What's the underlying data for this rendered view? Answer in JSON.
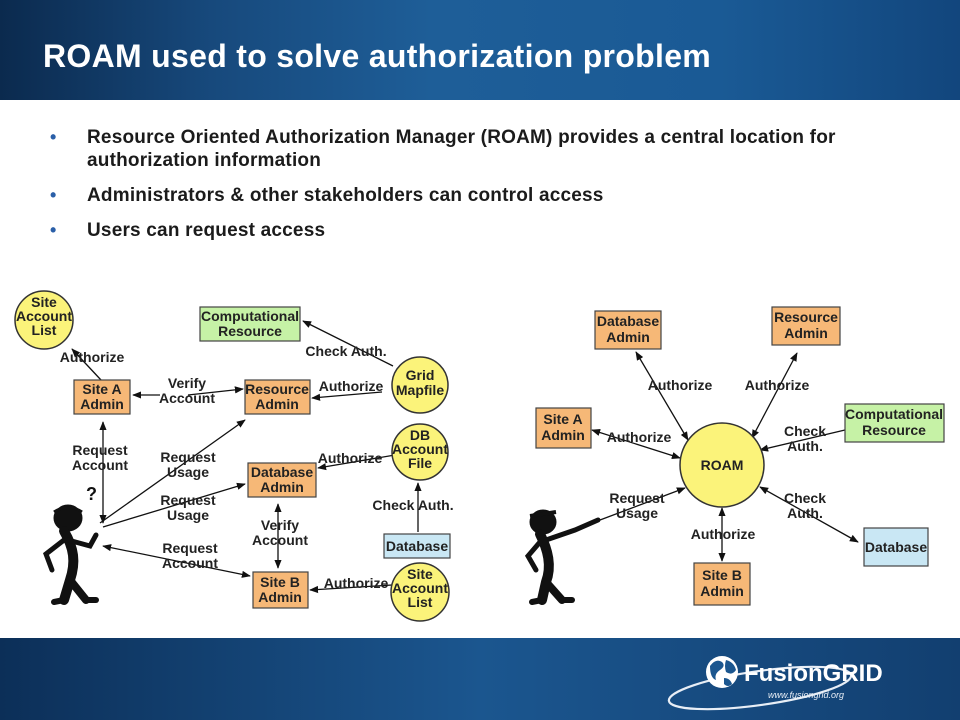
{
  "slide": {
    "title": "ROAM used to solve authorization problem",
    "bullets": [
      "Resource Oriented Authorization Manager (ROAM) provides a central location for authorization information",
      "Administrators & other stakeholders can control access",
      "Users can request access"
    ]
  },
  "left_diagram": {
    "nodes": {
      "site_account_list_top": [
        "Site",
        "Account",
        "List"
      ],
      "site_a_admin": [
        "Site A",
        "Admin"
      ],
      "computational_resource": [
        "Computational",
        "Resource"
      ],
      "resource_admin": [
        "Resource",
        "Admin"
      ],
      "grid_mapfile": [
        "Grid",
        "Mapfile"
      ],
      "db_account_file": [
        "DB",
        "Account",
        "File"
      ],
      "database_admin": [
        "Database",
        "Admin"
      ],
      "database": [
        "Database"
      ],
      "site_b_admin": [
        "Site B",
        "Admin"
      ],
      "site_account_list_bottom": [
        "Site",
        "Account",
        "List"
      ]
    },
    "edge_labels": {
      "authorize_1": [
        "Authorize"
      ],
      "verify_account_1": [
        "Verify",
        "Account"
      ],
      "check_auth_1": [
        "Check Auth."
      ],
      "authorize_2": [
        "Authorize"
      ],
      "request_account_1": [
        "Request",
        "Account"
      ],
      "request_usage_1": [
        "Request",
        "Usage"
      ],
      "authorize_3": [
        "Authorize"
      ],
      "request_usage_2": [
        "Request",
        "Usage"
      ],
      "check_auth_2": [
        "Check Auth."
      ],
      "verify_account_2": [
        "Verify",
        "Account"
      ],
      "request_account_2": [
        "Request",
        "Account"
      ],
      "authorize_4": [
        "Authorize"
      ]
    },
    "question_mark": "?"
  },
  "right_diagram": {
    "nodes": {
      "roam": [
        "ROAM"
      ],
      "database_admin": [
        "Database",
        "Admin"
      ],
      "resource_admin": [
        "Resource",
        "Admin"
      ],
      "site_a_admin": [
        "Site A",
        "Admin"
      ],
      "computational_resource": [
        "Computational",
        "Resource"
      ],
      "database": [
        "Database"
      ],
      "site_b_admin": [
        "Site B",
        "Admin"
      ]
    },
    "edge_labels": {
      "authorize_db": [
        "Authorize"
      ],
      "authorize_res": [
        "Authorize"
      ],
      "authorize_site_a": [
        "Authorize"
      ],
      "check_auth_comp": [
        "Check",
        "Auth."
      ],
      "check_auth_db": [
        "Check",
        "Auth."
      ],
      "request_usage": [
        "Request",
        "Usage"
      ],
      "authorize_site_b": [
        "Authorize"
      ]
    }
  },
  "logo": {
    "name": "FusionGRID",
    "url": "www.fusiongrid.org"
  },
  "colors": {
    "header": "#1e5e98",
    "bullet": "#2a5fa8",
    "admin_box": "#f6b877",
    "resource_box": "#c6f2a6",
    "database_box": "#c9e7f4",
    "circle": "#fbf37a"
  }
}
